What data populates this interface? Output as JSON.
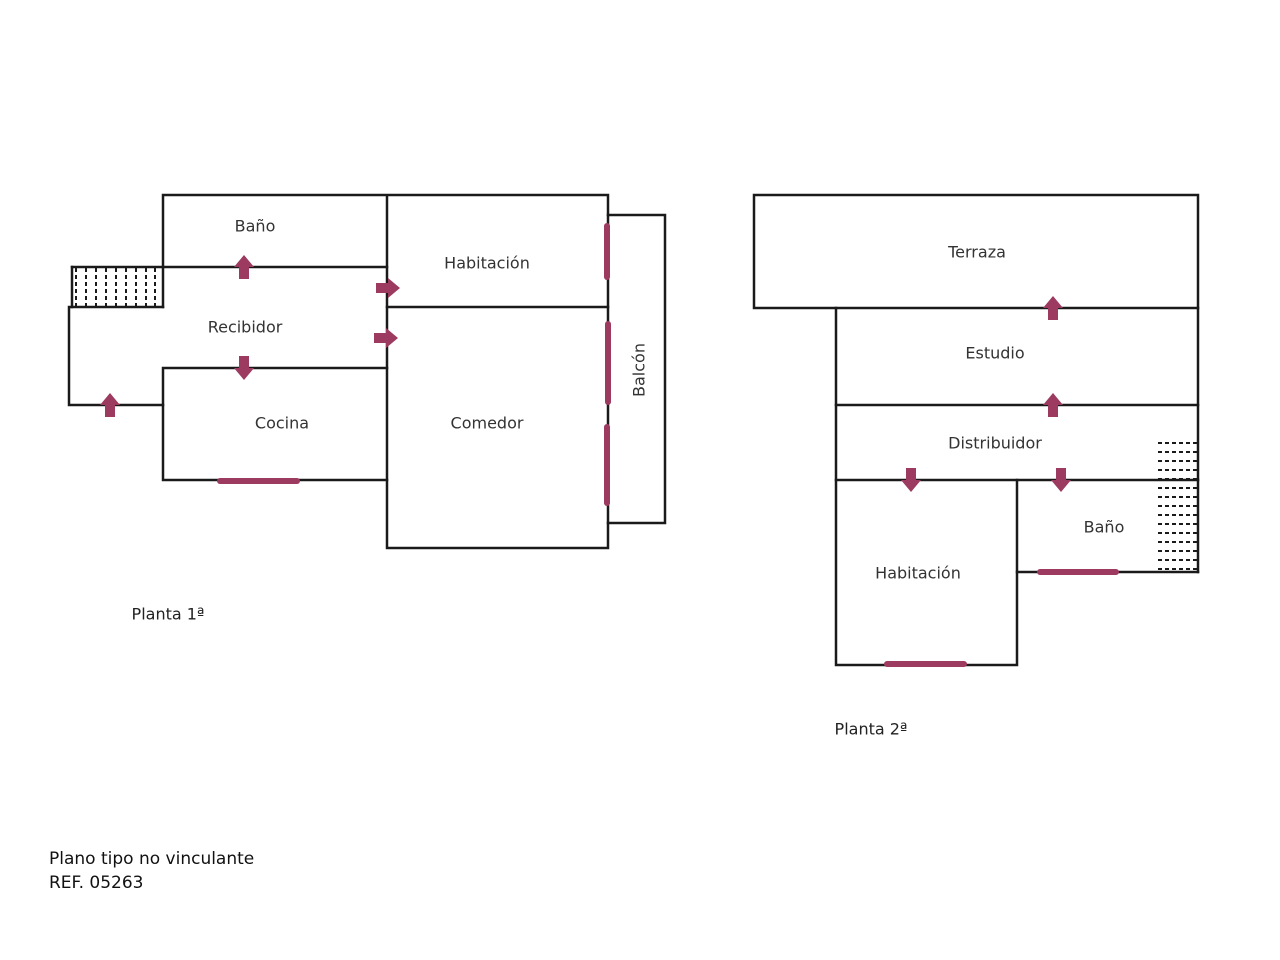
{
  "plan1": {
    "caption": "Planta 1ª",
    "rooms": {
      "bano": "Baño",
      "habitacion": "Habitación",
      "recibidor": "Recibidor",
      "cocina": "Cocina",
      "comedor": "Comedor",
      "balcon": "Balcón"
    }
  },
  "plan2": {
    "caption": "Planta 2ª",
    "rooms": {
      "terraza": "Terraza",
      "estudio": "Estudio",
      "distribuidor": "Distribuidor",
      "bano": "Baño",
      "habitacion": "Habitación"
    }
  },
  "footer": {
    "note": "Plano tipo no vinculante",
    "ref": "REF. 05263"
  },
  "colors": {
    "accent": "#9c3a5f",
    "wall": "#1a1a1a"
  }
}
